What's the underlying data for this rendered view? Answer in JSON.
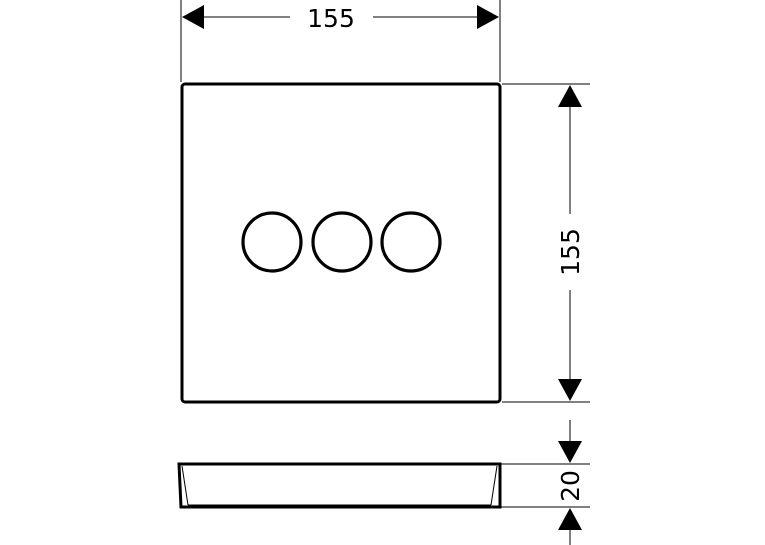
{
  "dimensions": {
    "width": "155",
    "height": "155",
    "depth": "20"
  },
  "knobs": [
    "knob-1",
    "knob-2",
    "knob-3"
  ],
  "colors": {
    "line": "#000000",
    "background": "#ffffff"
  }
}
